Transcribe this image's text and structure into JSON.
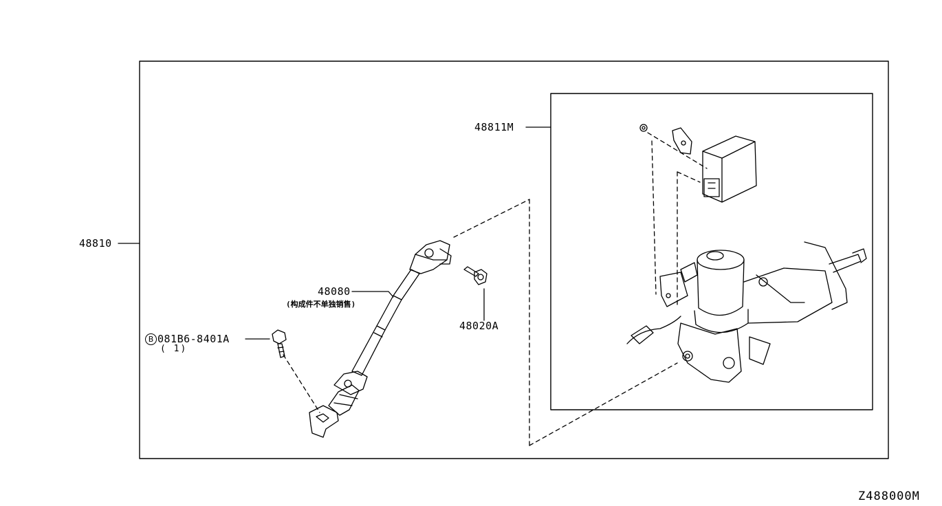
{
  "labels": {
    "assembly": "48810",
    "column_assembly": "48811M",
    "shaft": "48080",
    "shaft_note": "(构成件不单独销售)",
    "bolt": "48020A",
    "bolt_b_symbol": "B",
    "bolt_b": "081B6-8401A",
    "bolt_b_qty": "( 1)"
  },
  "diagram_code": "Z488000M",
  "colors": {
    "line": "#000000",
    "background": "#ffffff"
  }
}
